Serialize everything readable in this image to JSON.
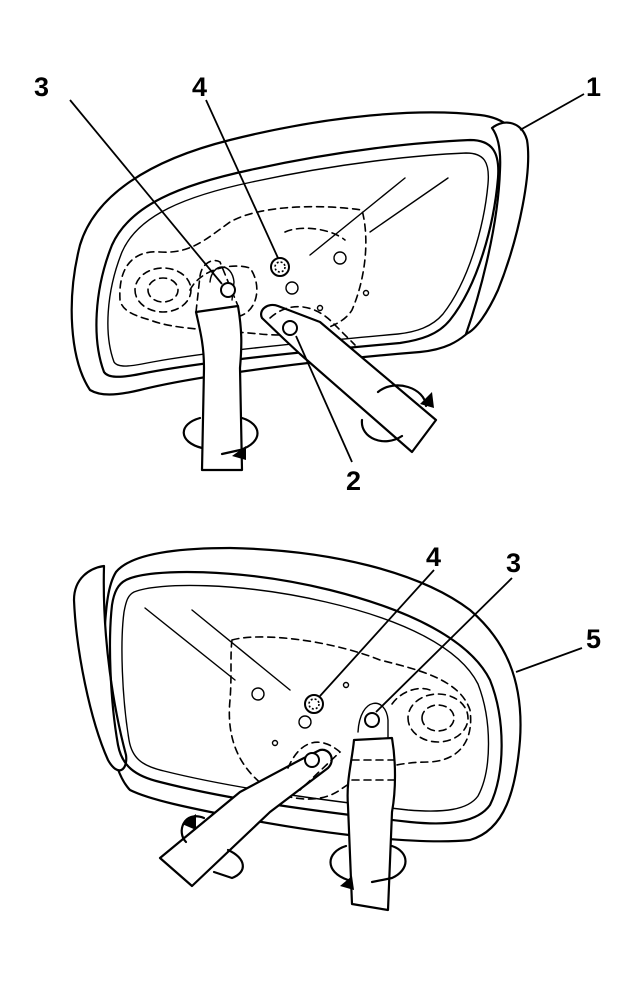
{
  "callouts": {
    "top": {
      "housing": "1",
      "adjuster_right": "2",
      "pivot_left": "3",
      "center_screw": "4"
    },
    "bottom": {
      "center_screw": "4",
      "pivot_right": "3",
      "housing": "5"
    }
  },
  "colors": {
    "line": "#000000",
    "background": "#ffffff"
  }
}
